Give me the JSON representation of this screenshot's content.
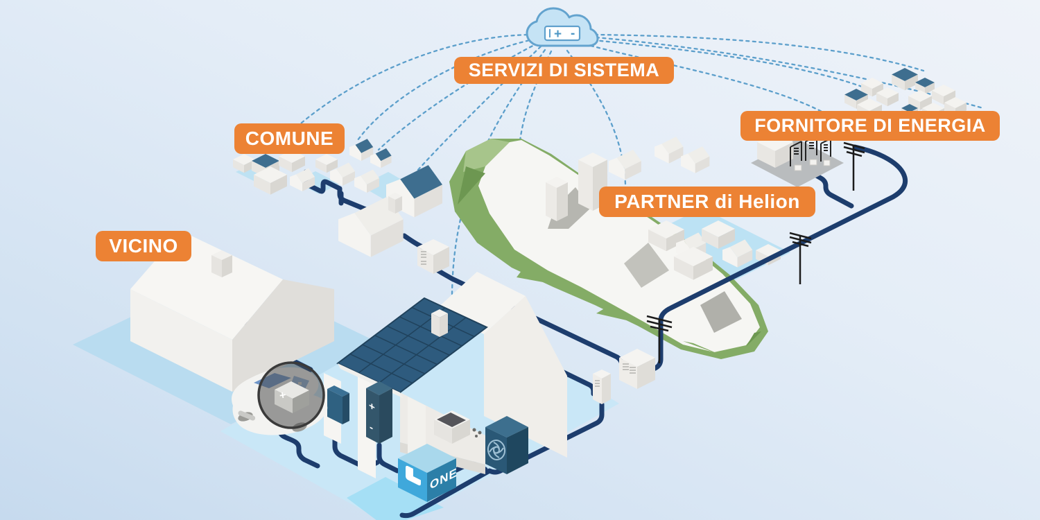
{
  "scene": {
    "region_labels": {
      "system_services": "SERVIZI DI SISTEMA",
      "municipality": "COMUNE",
      "neighbor": "VICINO",
      "partner": "PARTNER di Helion",
      "energy_supplier": "FORNITORE DI ENERGIA"
    },
    "one_cube_label": "ONE",
    "cloud_battery": {
      "plus": "+",
      "minus": "-"
    },
    "home_battery": {
      "plus": "+",
      "minus": "-"
    },
    "car_battery": {
      "plus": "+"
    },
    "colors": {
      "label_background": "#EC8234",
      "label_text": "#FFFFFF",
      "power_line": "#1D3D6D",
      "dotted_connection": "#5C9FCB",
      "cloud_fill": "#C5E3F5",
      "cloud_outline": "#63A3CE",
      "solar_roof": "#2E5B7E",
      "cube_blue": "#3FA8DB",
      "ground_plate": "#C9E7F7",
      "mountain_green": "#84AC66"
    }
  }
}
